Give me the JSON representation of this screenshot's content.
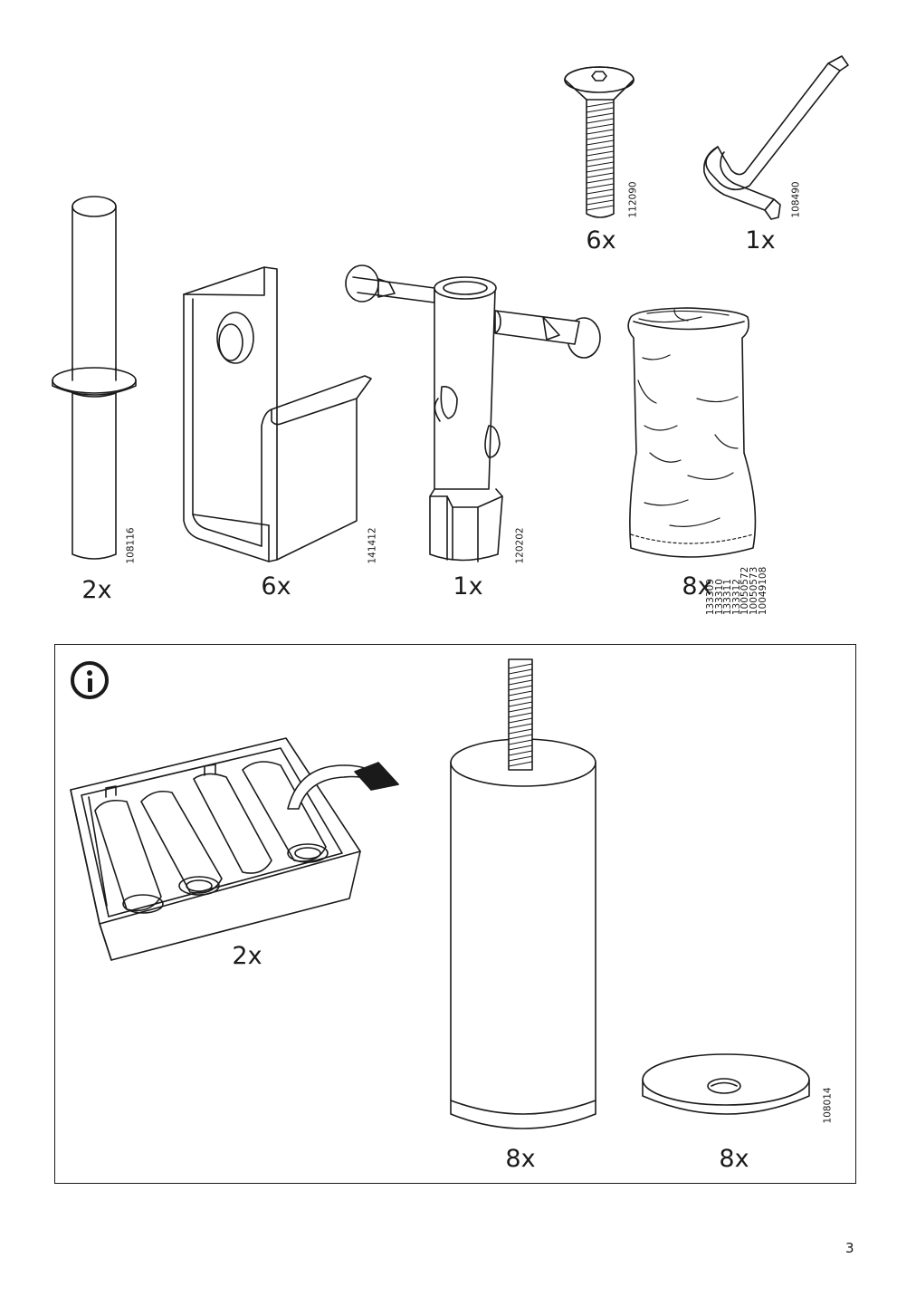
{
  "parts": [
    {
      "name": "dowel",
      "quantity": "2x",
      "article": "108116"
    },
    {
      "name": "bracket",
      "quantity": "6x",
      "article": "141412"
    },
    {
      "name": "box-wrench",
      "quantity": "1x",
      "article": "120202"
    },
    {
      "name": "fabric-sleeve",
      "quantity": "8x",
      "articles": [
        "133309",
        "133310",
        "133311",
        "133312",
        "10050572",
        "10050573",
        "10049108"
      ]
    },
    {
      "name": "screw",
      "quantity": "6x",
      "article": "112090"
    },
    {
      "name": "allen-key",
      "quantity": "1x",
      "article": "108490"
    }
  ],
  "info_panel": {
    "icon": "info-icon",
    "items": [
      {
        "name": "leg-box",
        "quantity": "2x"
      },
      {
        "name": "leg",
        "quantity": "8x"
      },
      {
        "name": "washer",
        "quantity": "8x",
        "article": "108014"
      }
    ]
  },
  "page_number": "3"
}
